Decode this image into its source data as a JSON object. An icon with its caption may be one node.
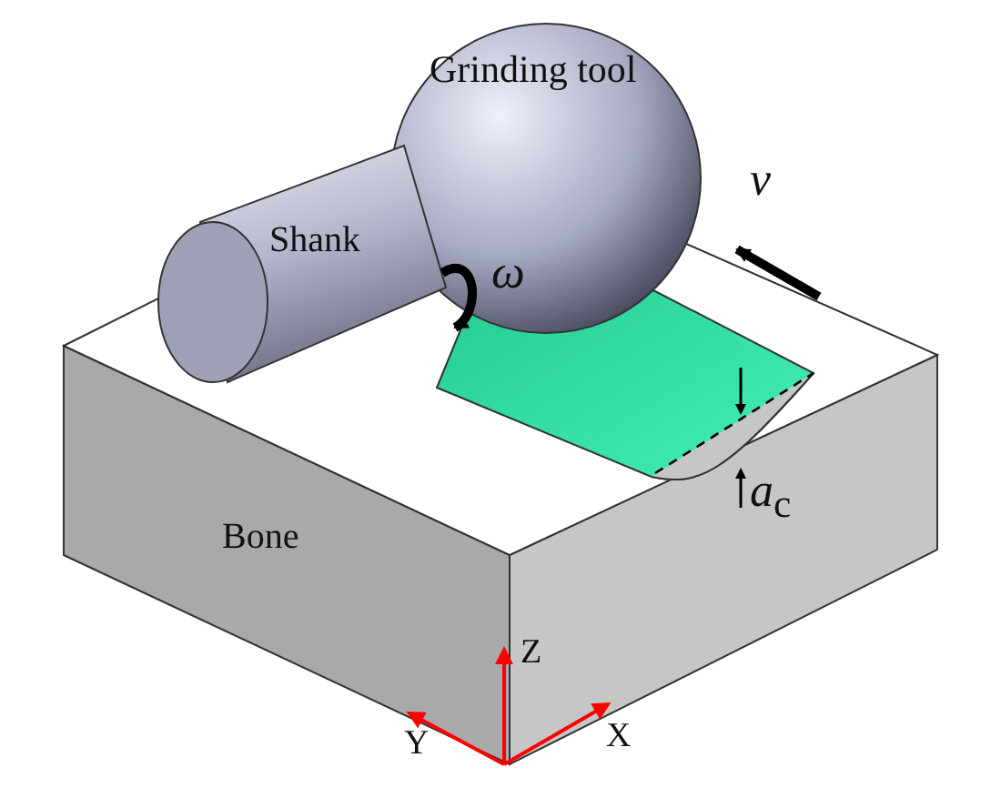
{
  "diagram": {
    "labels": [
      "Grinding tool",
      "v",
      "ω",
      "Shank",
      "*a*$_{c}$",
      "Bone",
      "Z",
      "Y",
      "X"
    ]
  }
}
